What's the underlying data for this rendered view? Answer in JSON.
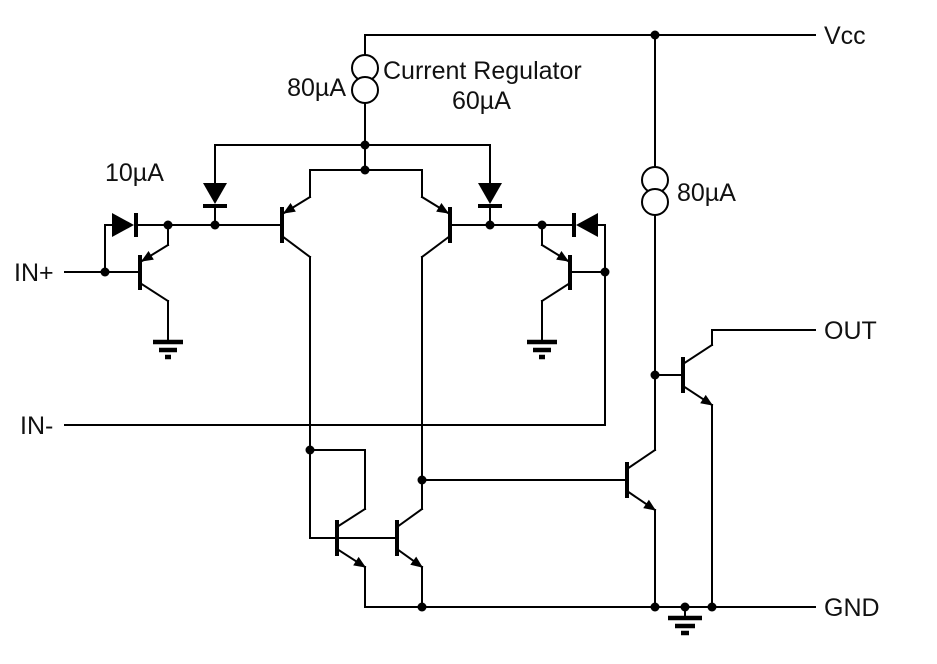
{
  "diagram": {
    "type": "circuit-schematic",
    "description_visible_text_only": true,
    "labels": {
      "vcc": "Vcc",
      "current_regulator": "Current Regulator",
      "regulator_input_current": "80µA",
      "regulator_output_current": "60µA",
      "input_diode_current": "10µA",
      "output_current_source": "80µA",
      "in_plus": "IN+",
      "in_minus": "IN-",
      "out": "OUT",
      "gnd": "GND"
    },
    "colors": {
      "wire": "#000000",
      "background": "#ffffff",
      "text": "#111111"
    }
  }
}
